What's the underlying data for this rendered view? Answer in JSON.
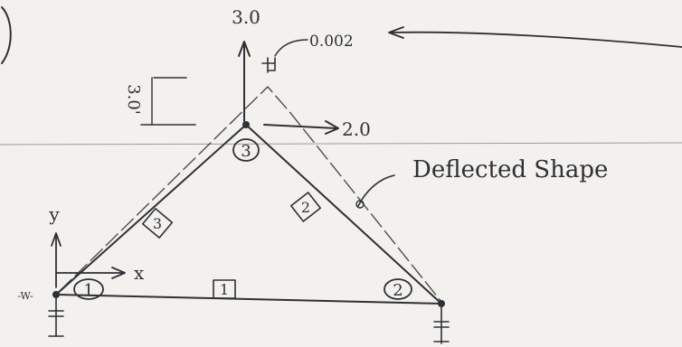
{
  "sketch": {
    "load_vertical": "3.0",
    "load_horizontal": "2.0",
    "deflection_label": "0.002",
    "deflected_shape_label": "Deflected Shape",
    "height_label": "3.0'",
    "axis_y_label": "y",
    "axis_x_label": "x",
    "support_label": "-W-",
    "nodes": [
      "1",
      "2",
      "3"
    ],
    "members": [
      "1",
      "2",
      "3"
    ]
  }
}
